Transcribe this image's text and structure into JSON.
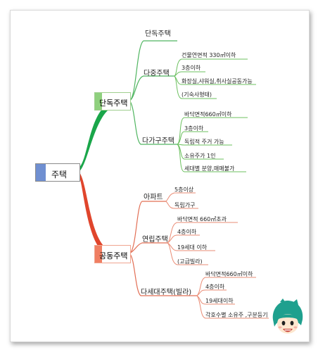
{
  "root": {
    "label": "주택"
  },
  "groups": [
    {
      "label": "단독주택",
      "color": "#2e9e4f",
      "children": [
        {
          "label": "단독주택",
          "items": []
        },
        {
          "label": "다중주택",
          "items": [
            "건물연면적 330㎡이하",
            "3층이하",
            "화장실,샤워실,취사실공동가능",
            "(기숙사형태)"
          ]
        },
        {
          "label": "다가구주택",
          "items": [
            "바닥면적660㎡이하",
            "3층이하",
            "독립적 주거 가능",
            "소유주가 1인",
            "세대별 분양,매매불가"
          ]
        }
      ]
    },
    {
      "label": "공동주택",
      "color": "#d9452b",
      "children": [
        {
          "label": "아파트",
          "items": [
            "5층이상",
            "독립가구"
          ]
        },
        {
          "label": "연립주택",
          "items": [
            "바닥면적 660㎡초과",
            "4층이하",
            "19세대 이하",
            "(고급빌라)"
          ]
        },
        {
          "label": "다세대주택(빌라)",
          "items": [
            "바닥면적660㎡이하",
            "4층이하",
            "19세대이하",
            "각호수별 소유주 ,구분등기"
          ]
        }
      ]
    }
  ],
  "mascot_icon": "smiling-character-icon"
}
